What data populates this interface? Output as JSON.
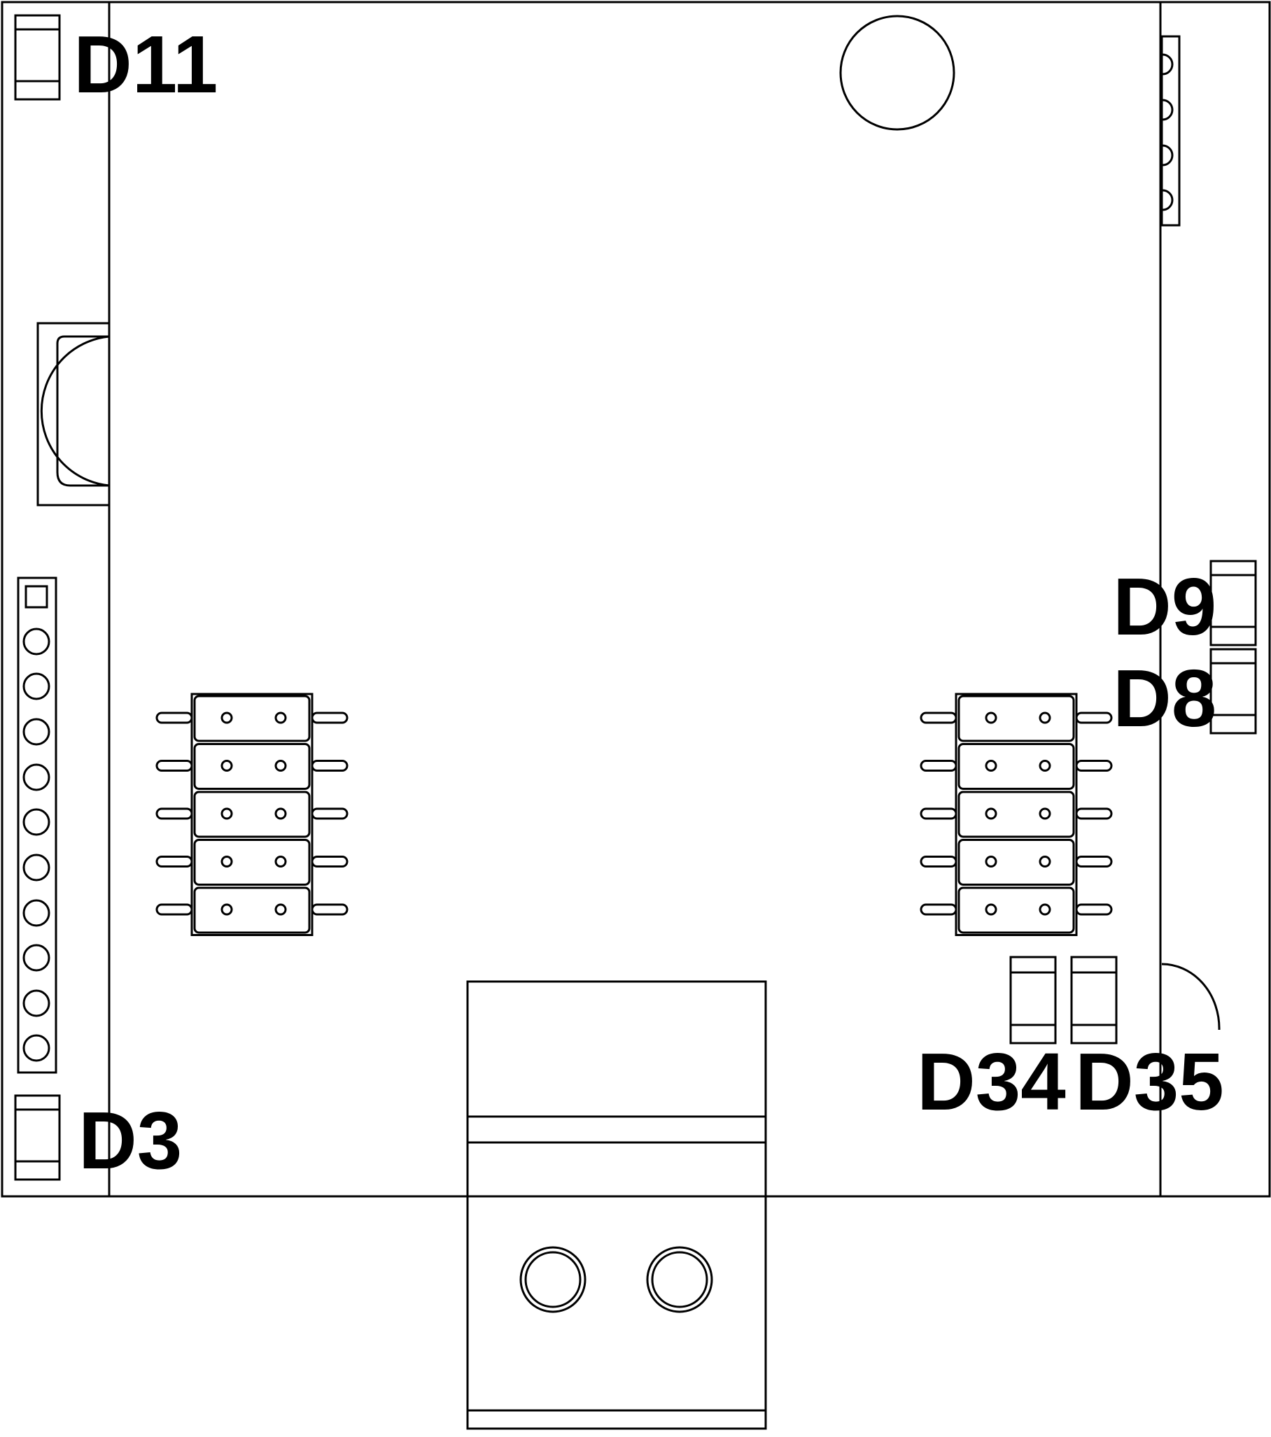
{
  "diagram": {
    "stroke_color": "#000000",
    "background_color": "#ffffff",
    "labels": {
      "d11": "D11",
      "d9": "D9",
      "d8": "D8",
      "d3": "D3",
      "d34": "D34",
      "d35": "D35"
    },
    "left_header_pin_count": 11,
    "right_edge_connector_pin_count": 4,
    "jumper_block_rows": 5
  }
}
